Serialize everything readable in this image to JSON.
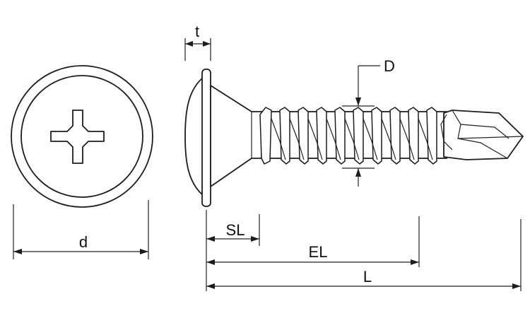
{
  "diagram": {
    "labels": {
      "t": "t",
      "d": "d",
      "D": "D",
      "SL": "SL",
      "EL": "EL",
      "L": "L"
    }
  }
}
